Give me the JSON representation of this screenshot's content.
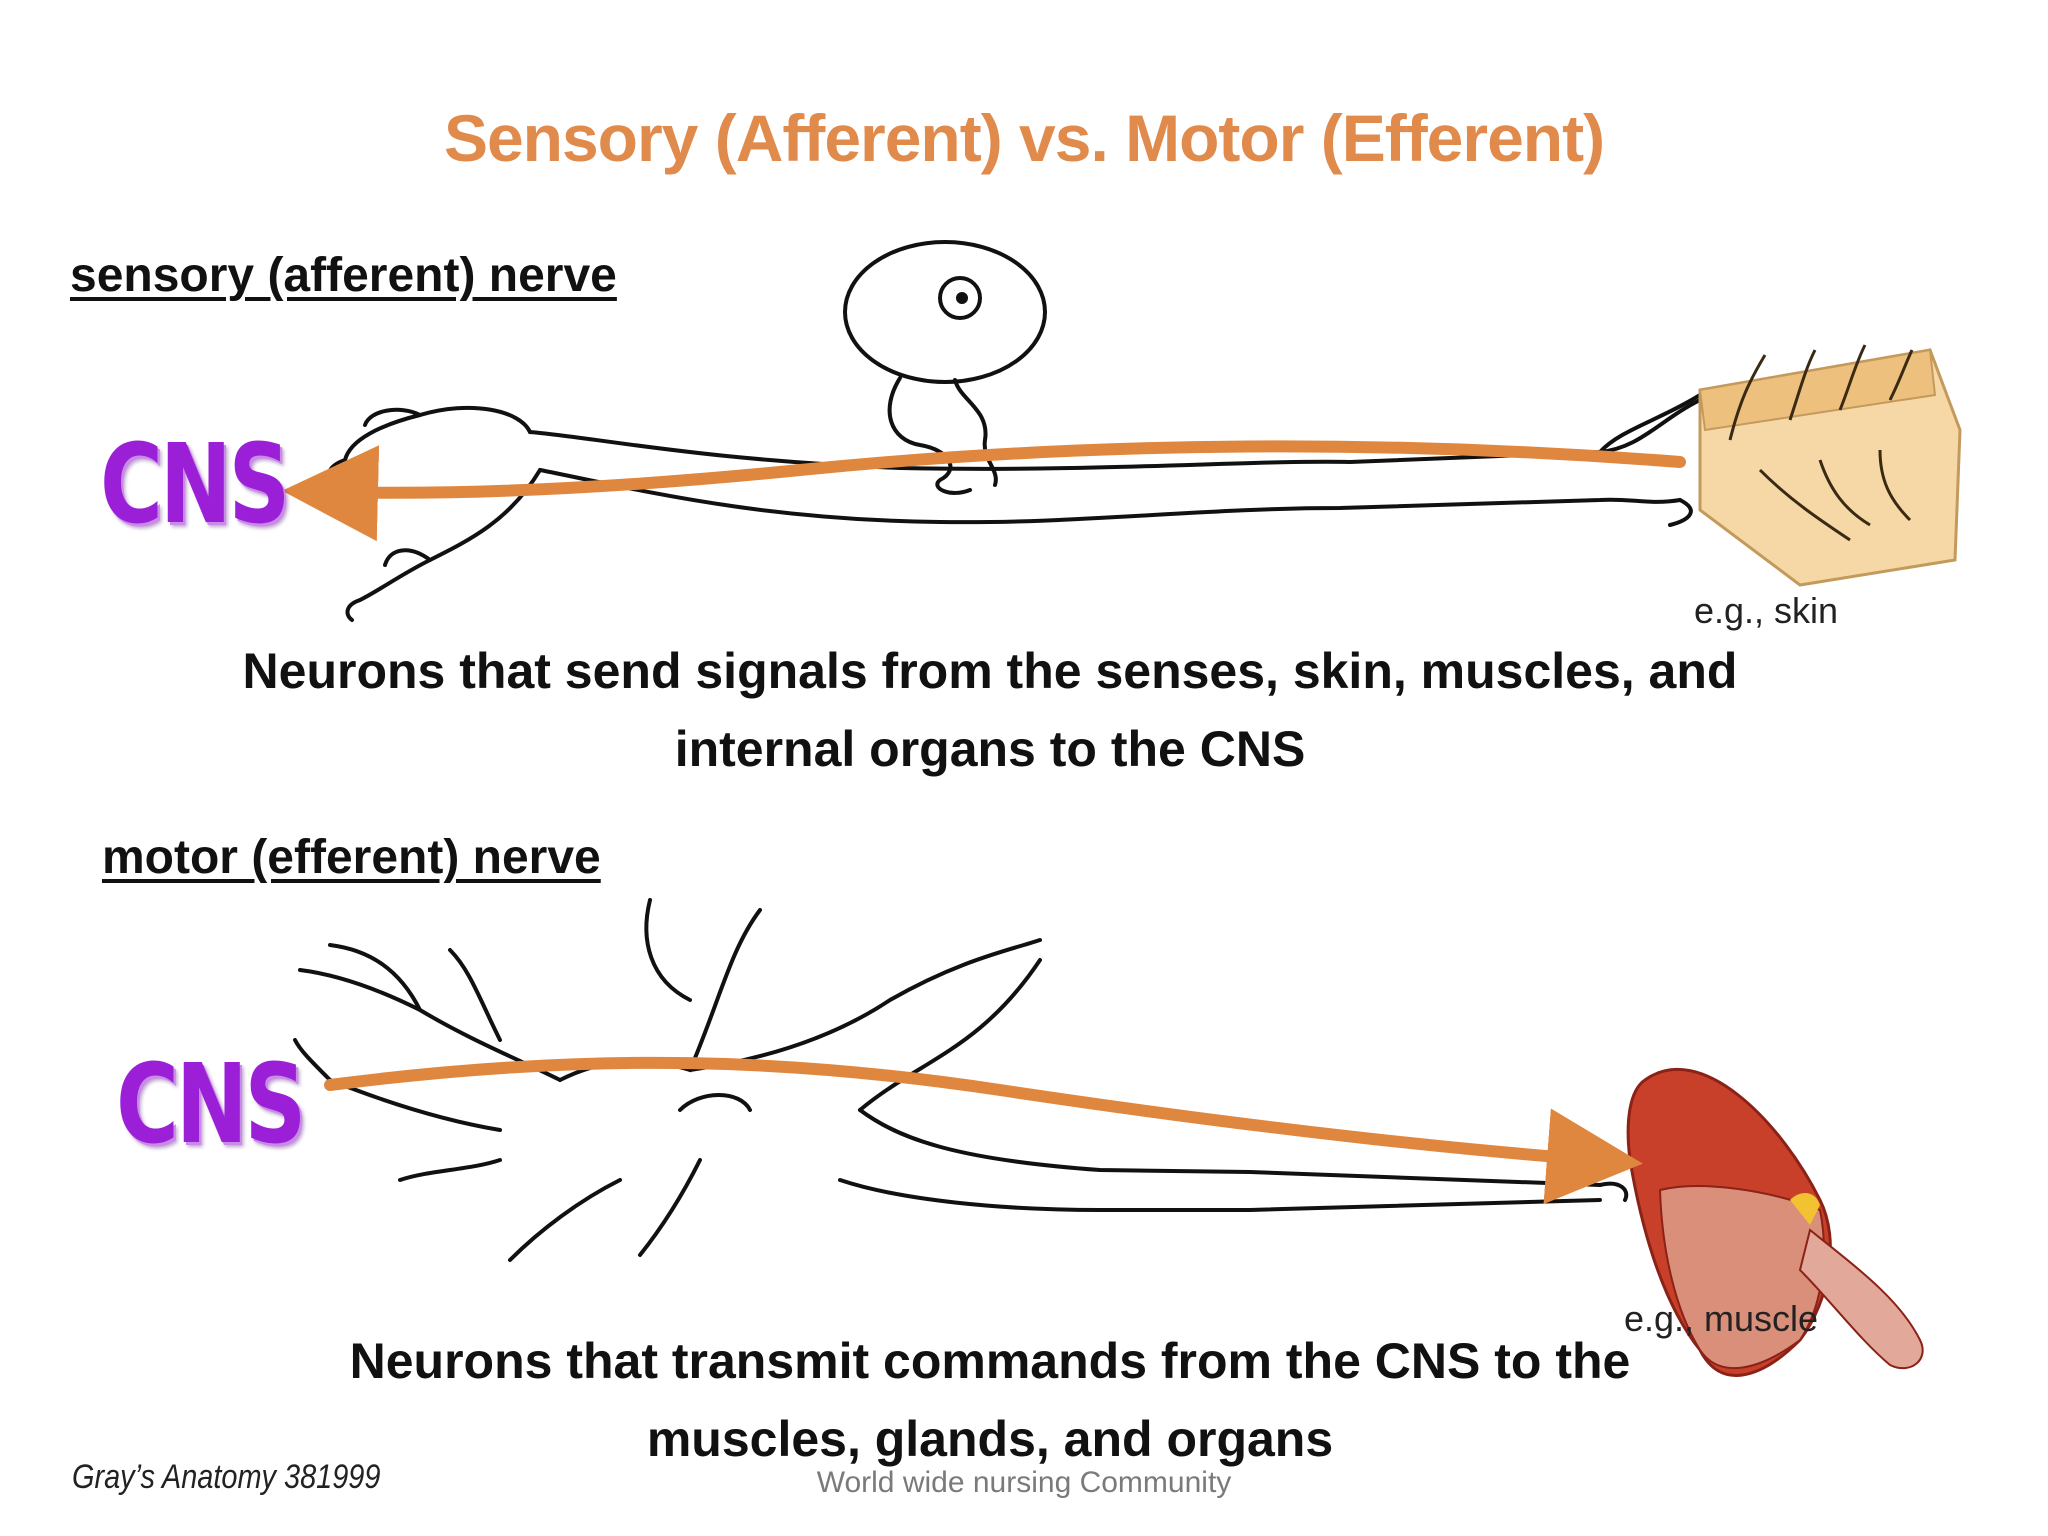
{
  "title": "Sensory (Afferent) vs. Motor (Efferent)",
  "sensory": {
    "heading": "sensory (afferent) nerve",
    "cns_label": "CNS",
    "example": "e.g., skin",
    "description_line1": "Neurons that send signals from the senses, skin, muscles, and",
    "description_line2": "internal organs to the CNS"
  },
  "motor": {
    "heading": "motor (efferent) nerve",
    "cns_label": "CNS",
    "example": "e.g., muscle",
    "description_line1": "Neurons that transmit commands from the CNS to the",
    "description_line2": "muscles, glands, and organs"
  },
  "credit": "Gray’s Anatomy 381999",
  "watermark": "World wide nursing Community",
  "colors": {
    "title": "#e08a4c",
    "arrow": "#e0873f",
    "cns": "#9a1fd6",
    "skin": "#f3c98d",
    "muscle": "#c8402a"
  }
}
